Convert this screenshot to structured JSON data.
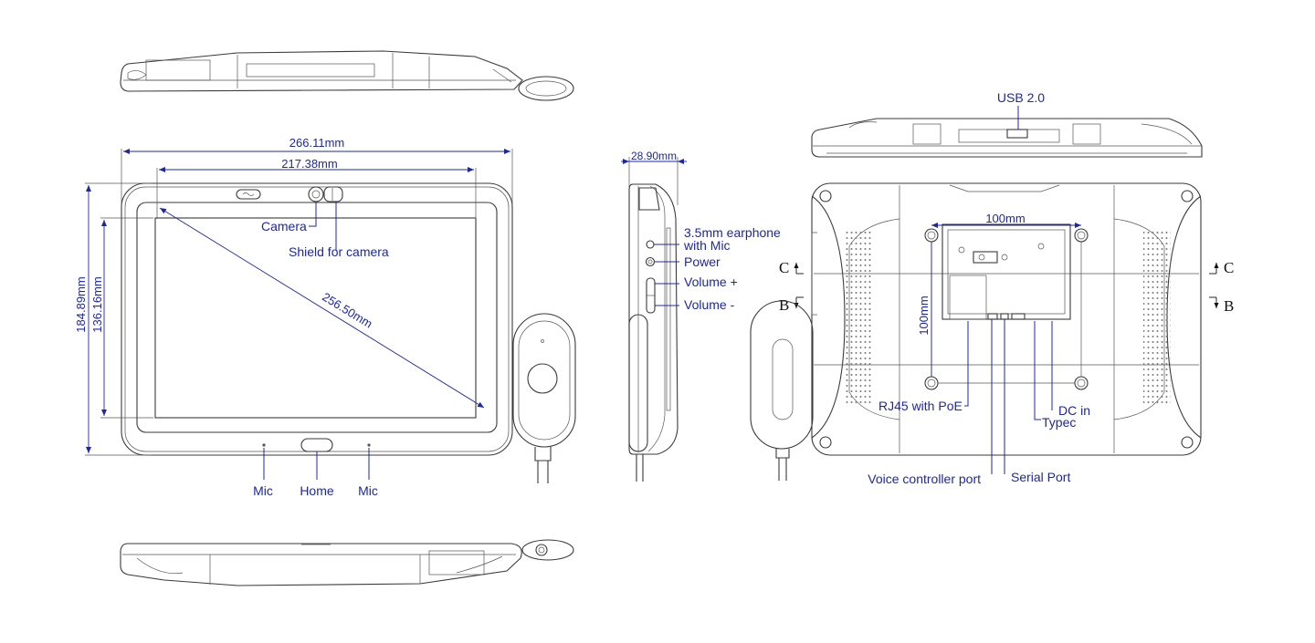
{
  "colors": {
    "annotation": "#1e28a0",
    "outline": "#3a3a3a",
    "background": "#ffffff"
  },
  "front_view": {
    "dimensions": {
      "overall_width": "266.11mm",
      "screen_width": "217.38mm",
      "diagonal": "256.50mm",
      "overall_height": "184.89mm",
      "screen_height": "136.16mm"
    },
    "labels": {
      "camera": "Camera",
      "shield": "Shield for camera",
      "mic_left": "Mic",
      "home": "Home",
      "mic_right": "Mic"
    }
  },
  "side_view": {
    "dimensions": {
      "depth": "28.90mm"
    },
    "labels": {
      "earphone_line1": "3.5mm earphone",
      "earphone_line2": "with Mic",
      "power": "Power",
      "volume_up": "Volume +",
      "volume_down": "Volume -"
    }
  },
  "rear_view": {
    "dimensions": {
      "vesa_width": "100mm",
      "vesa_height": "100mm"
    },
    "labels": {
      "usb": "USB 2.0",
      "rj45": "RJ45 with PoE",
      "dc_in": "DC in",
      "typec": "Typec",
      "voice_port": "Voice controller port",
      "serial_port": "Serial Port"
    },
    "section_marks": {
      "c_left": "C",
      "c_right": "C",
      "b_left": "B",
      "b_right": "B"
    }
  }
}
